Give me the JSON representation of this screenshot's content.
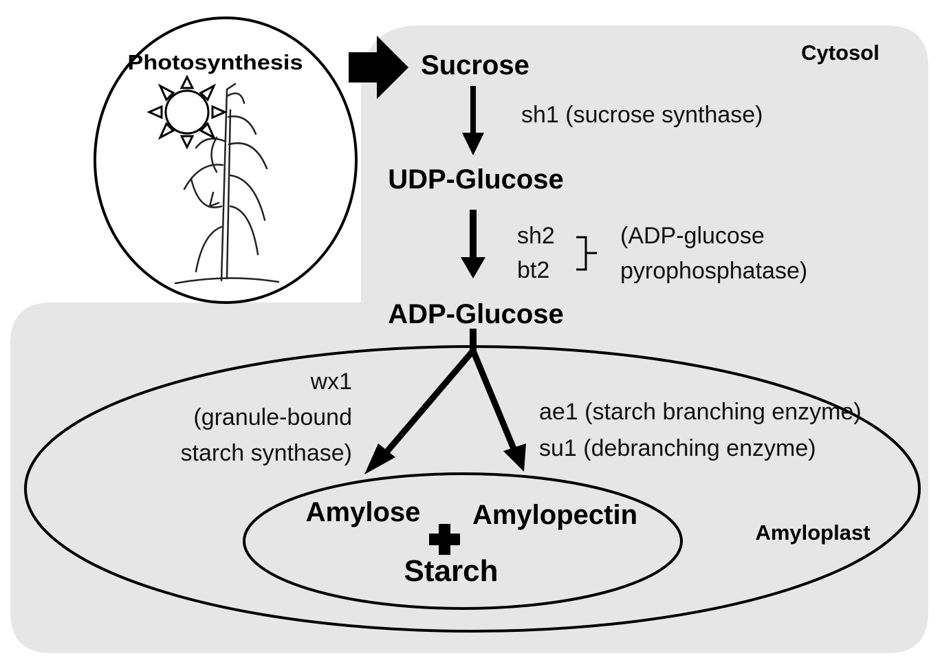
{
  "compartments": {
    "cytosol_label": "Cytosol",
    "amyloplast_label": "Amyloplast"
  },
  "photosynthesis": {
    "label": "Photosynthesis",
    "illustration": "sun-and-maize-plant"
  },
  "metabolites": {
    "sucrose": "Sucrose",
    "udp_glucose": "UDP-Glucose",
    "adp_glucose": "ADP-Glucose",
    "amylose": "Amylose",
    "amylopectin": "Amylopectin",
    "starch": "Starch"
  },
  "enzymes": {
    "sh1": "sh1 (sucrose synthase)",
    "sh2": "sh2",
    "bt2": "bt2",
    "agpase_line1": "(ADP-glucose",
    "agpase_line2": "pyrophosphatase)",
    "wx1_line1": "wx1",
    "wx1_line2": "(granule-bound",
    "wx1_line3": "starch synthase)",
    "ae1": "ae1 (starch branching enzyme)",
    "su1": "su1 (debranching enzyme)"
  },
  "colors": {
    "compartment_fill": "#e6e6e6",
    "stroke": "#000000",
    "background": "#ffffff"
  },
  "icons": [
    "big-arrow-icon",
    "sun-icon",
    "maize-plant-icon",
    "plus-icon",
    "bracket-icon"
  ]
}
